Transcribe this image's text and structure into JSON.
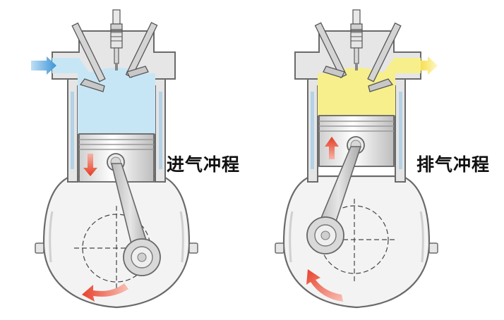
{
  "panels": [
    {
      "id": "intake",
      "label": "进气冲程",
      "chamber_color": "#c7e6f5",
      "flow_arrow_color": "#5aa9de",
      "flow_direction": "in",
      "piston_arrow_direction": "down",
      "piston_position": "bottom",
      "intake_valve": "open",
      "exhaust_valve": "closed"
    },
    {
      "id": "exhaust",
      "label": "排气冲程",
      "chamber_color": "#f6ef8c",
      "flow_arrow_color": "#fbe98a",
      "flow_direction": "out",
      "piston_arrow_direction": "up",
      "piston_position": "top",
      "intake_valve": "closed",
      "exhaust_valve": "open"
    }
  ],
  "colors": {
    "metal_light": "#f1f1f1",
    "metal_mid": "#d7d7d7",
    "metal_dark": "#9e9e9e",
    "outline": "#5c5c5c",
    "rotation_arrow": "#e8412b"
  }
}
